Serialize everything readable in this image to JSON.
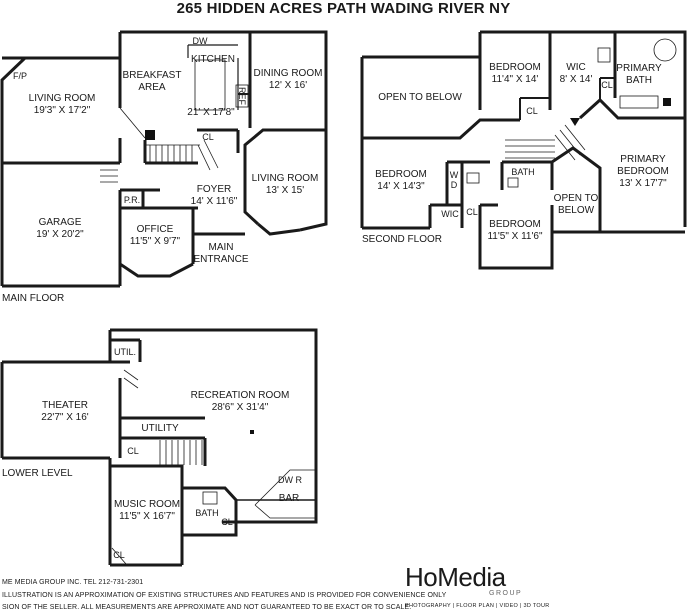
{
  "title": "265 HIDDEN ACRES PATH WADING RIVER NY",
  "main_floor": {
    "label": "MAIN FLOOR",
    "rooms": {
      "living_room": {
        "name": "LIVING ROOM",
        "size": "19'3\" X 17'2\""
      },
      "fp": "F/P",
      "breakfast": {
        "name": "BREAKFAST",
        "name2": "AREA"
      },
      "kitchen": {
        "name": "KITCHEN",
        "size": "21' X 17'8\""
      },
      "dw": "DW",
      "ref": "REF",
      "cl": "CL",
      "dining_room": {
        "name": "DINING ROOM",
        "size": "12' X 16'"
      },
      "living_room_2": {
        "name": "LIVING ROOM",
        "size": "13' X 15'"
      },
      "foyer": {
        "name": "FOYER",
        "size": "14' X 11'6\""
      },
      "pr": "P.R.",
      "office": {
        "name": "OFFICE",
        "size": "11'5\" X 9'7\""
      },
      "garage": {
        "name": "GARAGE",
        "size": "19' X 20'2\""
      },
      "main_entrance": {
        "name": "MAIN",
        "name2": "ENTRANCE"
      }
    }
  },
  "second_floor": {
    "label": "SECOND FLOOR",
    "rooms": {
      "open_below_1": "OPEN TO BELOW",
      "bedroom_1": {
        "name": "BEDROOM",
        "size": "11'4\" X 14'"
      },
      "wic_1": {
        "name": "WIC",
        "size": "8' X 14'"
      },
      "cl_1": "CL",
      "primary_bath": {
        "name": "PRIMARY",
        "name2": "BATH"
      },
      "cl_2": "CL",
      "bedroom_2": {
        "name": "BEDROOM",
        "size": "14' X 14'3\""
      },
      "wd": "W\nD",
      "wic_2": "WIC",
      "cl_3": "CL",
      "bath": "BATH",
      "bedroom_3": {
        "name": "BEDROOM",
        "size": "11'5\" X 11'6\""
      },
      "open_below_2": {
        "name": "OPEN TO",
        "name2": "BELOW"
      },
      "primary_bedroom": {
        "name": "PRIMARY",
        "name2": "BEDROOM",
        "size": "13' X 17'7\""
      }
    }
  },
  "lower_level": {
    "label": "LOWER LEVEL",
    "rooms": {
      "util": "UTIL.",
      "theater": {
        "name": "THEATER",
        "size": "22'7\" X 16'"
      },
      "utility": "UTILITY",
      "recreation": {
        "name": "RECREATION ROOM",
        "size": "28'6\" X 31'4\""
      },
      "cl_1": "CL",
      "dw_r": "DW R",
      "bar": "BAR",
      "music_room": {
        "name": "MUSIC ROOM",
        "size": "11'5\" X 16'7\""
      },
      "bath": "BATH",
      "cl_2": "CL",
      "cl_3": "CL"
    }
  },
  "footer": {
    "line1": "ME MEDIA GROUP INC.  TEL 212-731-2301",
    "line2": "ILLUSTRATION IS AN APPROXIMATION OF EXISTING STRUCTURES AND FEATURES AND IS PROVIDED FOR CONVENIENCE ONLY",
    "line3": "SION OF THE SELLER. ALL MEASUREMENTS ARE APPROXIMATE AND NOT GUARANTEED TO BE EXACT OR TO SCALE."
  },
  "logo": {
    "main": "HoMedia",
    "group": "GROUP",
    "tagline": "PHOTOGRAPHY | FLOOR PLAN | VIDEO | 3D TOUR"
  }
}
